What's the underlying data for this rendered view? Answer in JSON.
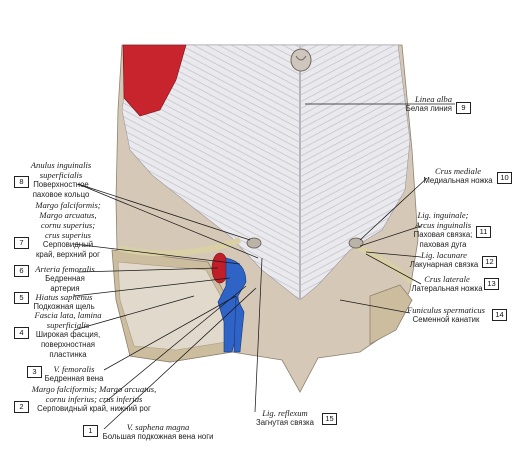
{
  "labels": {
    "linea_alba": {
      "num": "9",
      "lat": "Linea alba",
      "ru": "Белая линия"
    },
    "anulus": {
      "num": "8",
      "lat1": "Anulus inguinalis",
      "lat2": "superficialis",
      "ru1": "Поверхностное",
      "ru2": "паховое кольцо"
    },
    "margo_sup": {
      "num": "7",
      "lat1": "Margo falciformis;",
      "lat2": "Margo arcuatus,",
      "lat3": "cornu superius;",
      "lat4": "crus superius",
      "ru1": "Серповидный",
      "ru2": "край, верхний рог"
    },
    "arteria": {
      "num": "6",
      "lat": "Arteria femoralis",
      "ru1": "Бедренная",
      "ru2": "артерия"
    },
    "hiatus": {
      "num": "5",
      "lat": "Hiatus saphenus",
      "ru": "Подкожная щель"
    },
    "fascia": {
      "num": "4",
      "lat1": "Fascia lata, lamina",
      "lat2": "superficialis",
      "ru1": "Широкая фасция,",
      "ru2": "поверхностная",
      "ru3": "пластинка"
    },
    "vena_fem": {
      "num": "3",
      "lat": "V. femoralis",
      "ru": "Бедренная вена"
    },
    "margo_inf": {
      "num": "2",
      "lat1": "Margo falciformis; Margo arcuatus,",
      "lat2": "cornu inferius; crus inferius",
      "ru": "Серповидный край, нижний рог"
    },
    "saphena": {
      "num": "1",
      "lat": "V. saphena magna",
      "ru": "Большая подкожная вена ноги"
    },
    "crus_mediale": {
      "num": "10",
      "lat": "Crus mediale",
      "ru": "Медиальная ножка"
    },
    "lig_ing": {
      "num": "11",
      "lat1": "Lig. inguinale;",
      "lat2": "Arcus inguinalis",
      "ru1": "Паховая связка;",
      "ru2": "паховая дуга"
    },
    "lig_lac": {
      "num": "12",
      "lat": "Lig. lacunare",
      "ru": "Лакунарная связка"
    },
    "crus_lat": {
      "num": "13",
      "lat": "Crus laterale",
      "ru": "Латеральная ножка"
    },
    "funiculus": {
      "num": "14",
      "lat": "Funiculus spermaticus",
      "ru": "Семенной канатик"
    },
    "lig_refl": {
      "num": "15",
      "lat": "Lig. reflexum",
      "ru": "Загнутая связка"
    }
  },
  "colors": {
    "muscle": "#c8242e",
    "artery": "#c01e28",
    "vein": "#2f63c6",
    "fascia": "#e6e6ea",
    "skin": "#d8c9b2"
  }
}
